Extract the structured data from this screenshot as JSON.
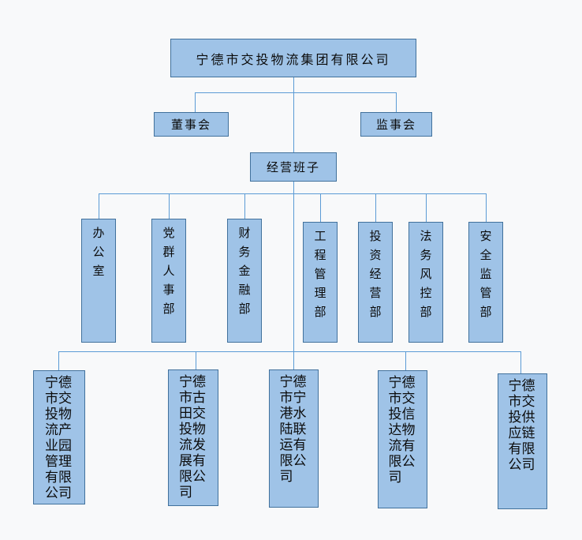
{
  "org": {
    "root": {
      "label": "宁德市交投物流集团有限公司"
    },
    "board": {
      "label": "董事会"
    },
    "supervisors": {
      "label": "监事会"
    },
    "management": {
      "label": "经营班子"
    },
    "departments": [
      {
        "label": "办公室"
      },
      {
        "label": "党群人事部"
      },
      {
        "label": "财务金融部"
      },
      {
        "label": "工程管理部"
      },
      {
        "label": "投资经营部"
      },
      {
        "label": "法务风控部"
      },
      {
        "label": "安全监管部"
      }
    ],
    "subsidiaries": [
      {
        "label": "宁德市交投物流产业园管理有限公司"
      },
      {
        "label": "宁德市古田交投物流发展有限公司"
      },
      {
        "label": "宁德市宁港水陆联运有限公司"
      },
      {
        "label": "宁德市交投信达物流有限公司"
      },
      {
        "label": "宁德市交投供应链有限公司"
      }
    ]
  },
  "colors": {
    "node_fill": "#9fc3e7",
    "node_border": "#41719c",
    "connector": "#5b9bd5",
    "background": "#f8f9fa",
    "text": "#0b0b0b"
  }
}
